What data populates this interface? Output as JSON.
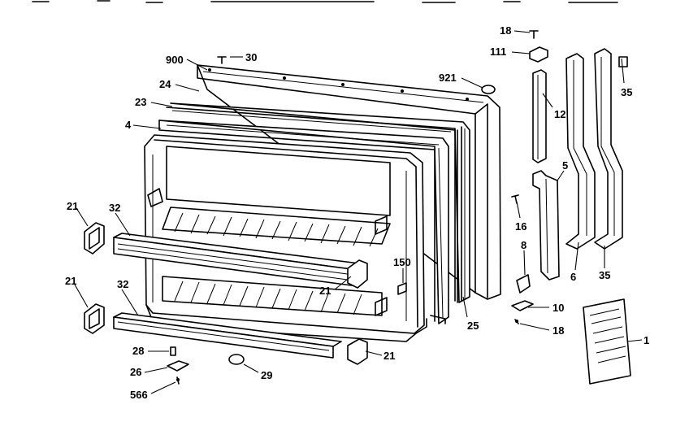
{
  "labels": {
    "l900": "900",
    "l30": "30",
    "l24": "24",
    "l23": "23",
    "l4": "4",
    "l921": "921",
    "l18a": "18",
    "l111": "111",
    "l12": "12",
    "l35a": "35",
    "l5": "5",
    "l16": "16",
    "l8": "8",
    "l6": "6",
    "l35b": "35",
    "l21a": "21",
    "l32a": "32",
    "l21b": "21",
    "l32b": "32",
    "l21c": "21",
    "l150": "150",
    "l21d": "21",
    "l25": "25",
    "l10": "10",
    "l18b": "18",
    "l1": "1",
    "l28": "28",
    "l26": "26",
    "l29": "29",
    "l566": "566"
  }
}
